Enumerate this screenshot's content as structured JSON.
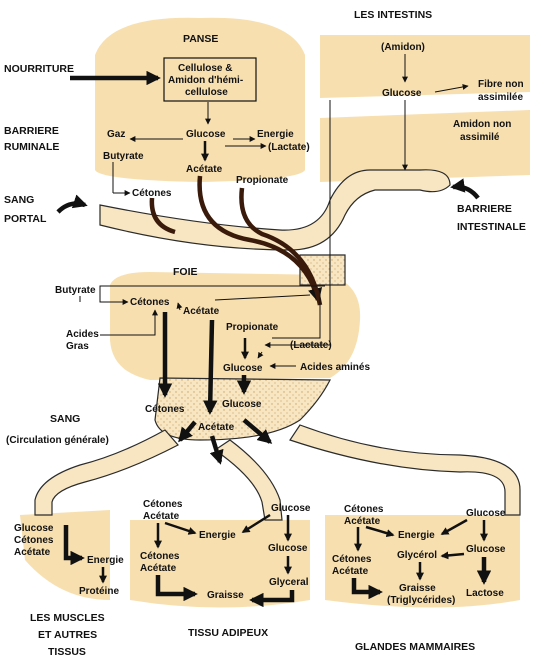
{
  "headings": {
    "panse": "PANSE",
    "intestins": "LES INTESTINS",
    "nourriture": "NOURRITURE",
    "barriere_ruminale_1": "BARRIERE",
    "barriere_ruminale_2": "RUMINALE",
    "sang_portal_1": "SANG",
    "sang_portal_2": "PORTAL",
    "barriere_intestinale_1": "BARRIERE",
    "barriere_intestinale_2": "INTESTINALE",
    "foie": "FOIE",
    "sang": "SANG",
    "circulation": "(Circulation générale)",
    "muscles_1": "LES MUSCLES",
    "muscles_2": "ET AUTRES",
    "muscles_3": "TISSUS",
    "tissu_adipeux": "TISSU ADIPEUX",
    "glandes": "GLANDES MAMMAIRES"
  },
  "panse": {
    "box_line1": "Cellulose &",
    "box_line2": "Amidon d'hémi-",
    "box_line3": "cellulose",
    "gaz": "Gaz",
    "glucose": "Glucose",
    "energie": "Energie",
    "lactate": "(Lactate)",
    "butyrate": "Butyrate",
    "acetate": "Acétate",
    "propionate": "Propionate",
    "cetones": "Cétones"
  },
  "intestins": {
    "amidon": "(Amidon)",
    "glucose": "Glucose",
    "fibre_1": "Fibre non",
    "fibre_2": "assimilée",
    "amidon_na_1": "Amidon non",
    "amidon_na_2": "assimilé"
  },
  "foie": {
    "butyrate": "Butyrate",
    "cetones": "Cétones",
    "acetate": "Acétate",
    "acides_gras_1": "Acides",
    "acides_gras_2": "Gras",
    "propionate": "Propionate",
    "lactate": "(Lactate)",
    "glucose": "Glucose",
    "acides_amines": "Acides aminés"
  },
  "sang": {
    "cetones": "Cétones",
    "glucose": "Glucose",
    "acetate": "Acétate"
  },
  "muscles": {
    "glucose": "Glucose",
    "cetones": "Cétones",
    "acetate": "Acétate",
    "energie": "Energie",
    "proteine": "Protéine"
  },
  "adipeux": {
    "cetones": "Cétones",
    "acetate": "Acétate",
    "glucose": "Glucose",
    "energie": "Energie",
    "cetones2": "Cétones",
    "acetate2": "Acétate",
    "glucose2": "Glucose",
    "graisse": "Graisse",
    "glyceral": "Glyceral"
  },
  "mammaires": {
    "cetones": "Cétones",
    "acetate": "Acétate",
    "glucose": "Glucose",
    "energie": "Energie",
    "glycerol": "Glycérol",
    "glucose2": "Glucose",
    "cetones2": "Cétones",
    "acetate2": "Acétate",
    "graisse_1": "Graisse",
    "graisse_2": "(Triglycérides)",
    "lactose": "Lactose"
  },
  "colors": {
    "organ": "#f7dfb0",
    "vessel": "#f8e6c2",
    "brown_arrow": "#3a1a0a"
  }
}
